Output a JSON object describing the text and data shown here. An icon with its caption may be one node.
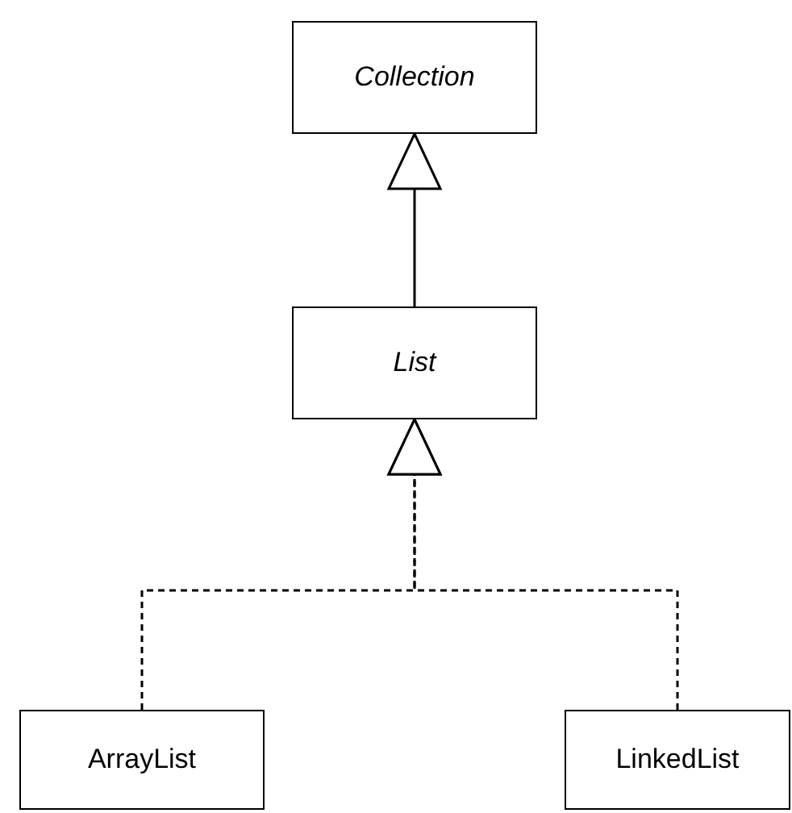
{
  "diagram": {
    "nodes": [
      {
        "text": [
          "Collection"
        ]
      },
      {
        "text": [
          "List"
        ]
      },
      {
        "text": [
          "ArrayList"
        ]
      },
      {
        "text": [
          "LinkedList"
        ]
      }
    ],
    "edges": [
      {
        "from": 1,
        "to": 0,
        "arrow": "to"
      },
      {
        "from": 2,
        "to": 1,
        "arrow": "to",
        "style": "dashed"
      },
      {
        "from": 3,
        "to": 1,
        "arrow": "to",
        "style": "dashed"
      }
    ]
  }
}
